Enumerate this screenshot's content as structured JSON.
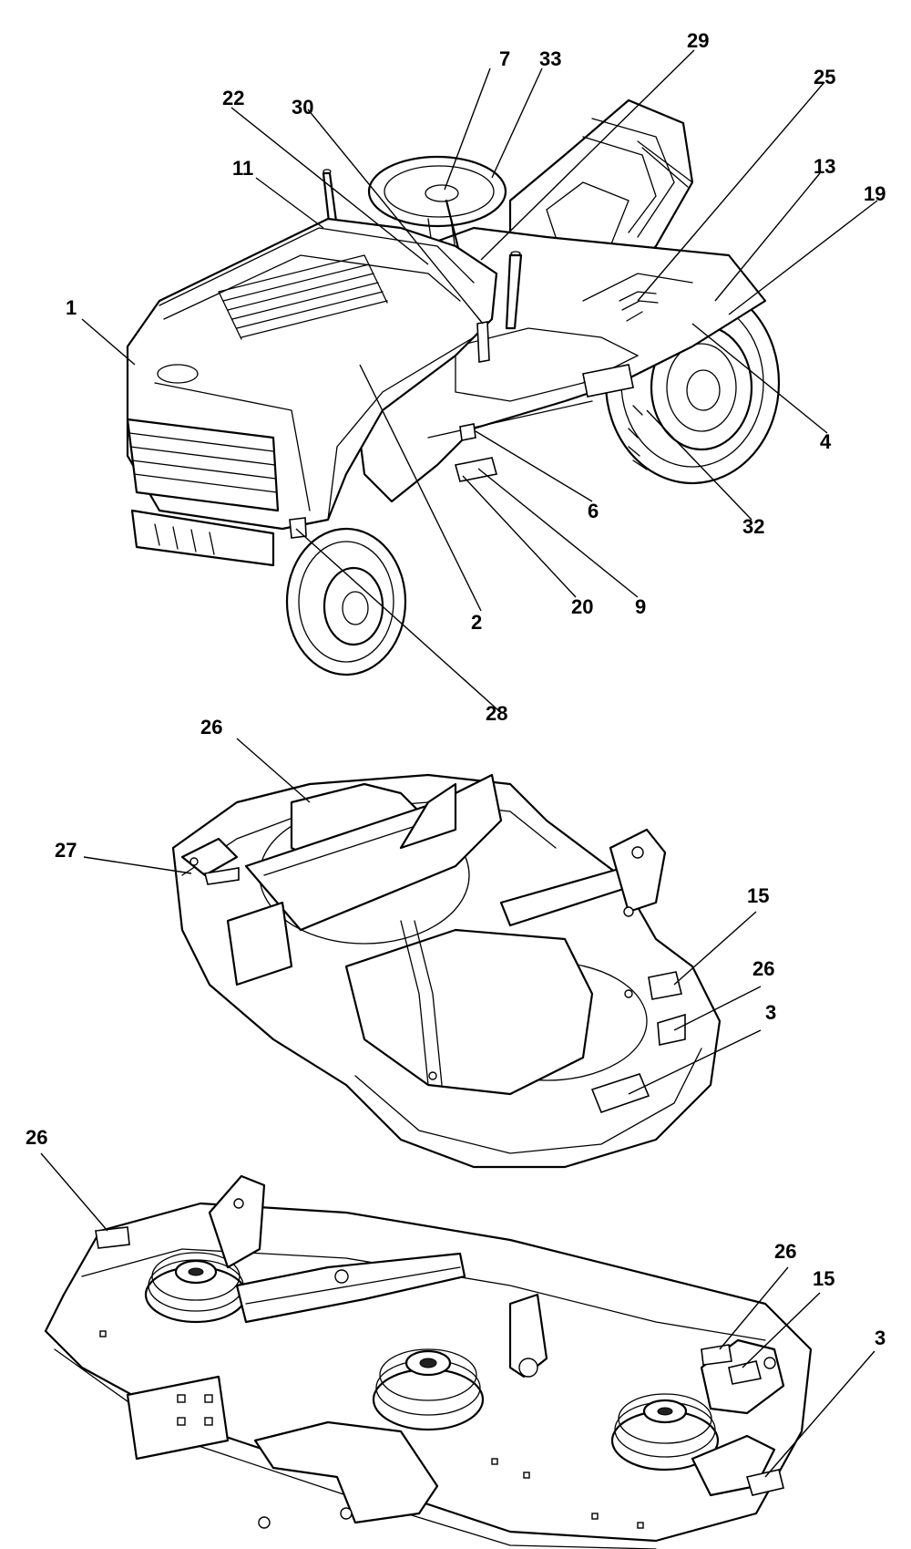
{
  "figure": {
    "tractor": {
      "callouts": [
        "1",
        "2",
        "4",
        "6",
        "7",
        "9",
        "11",
        "13",
        "19",
        "20",
        "22",
        "25",
        "28",
        "29",
        "30",
        "32",
        "33"
      ]
    },
    "deck_top": {
      "callouts": [
        "26",
        "27",
        "15",
        "26",
        "3"
      ]
    },
    "deck_bottom": {
      "callouts": [
        "26",
        "26",
        "15",
        "3"
      ]
    }
  }
}
